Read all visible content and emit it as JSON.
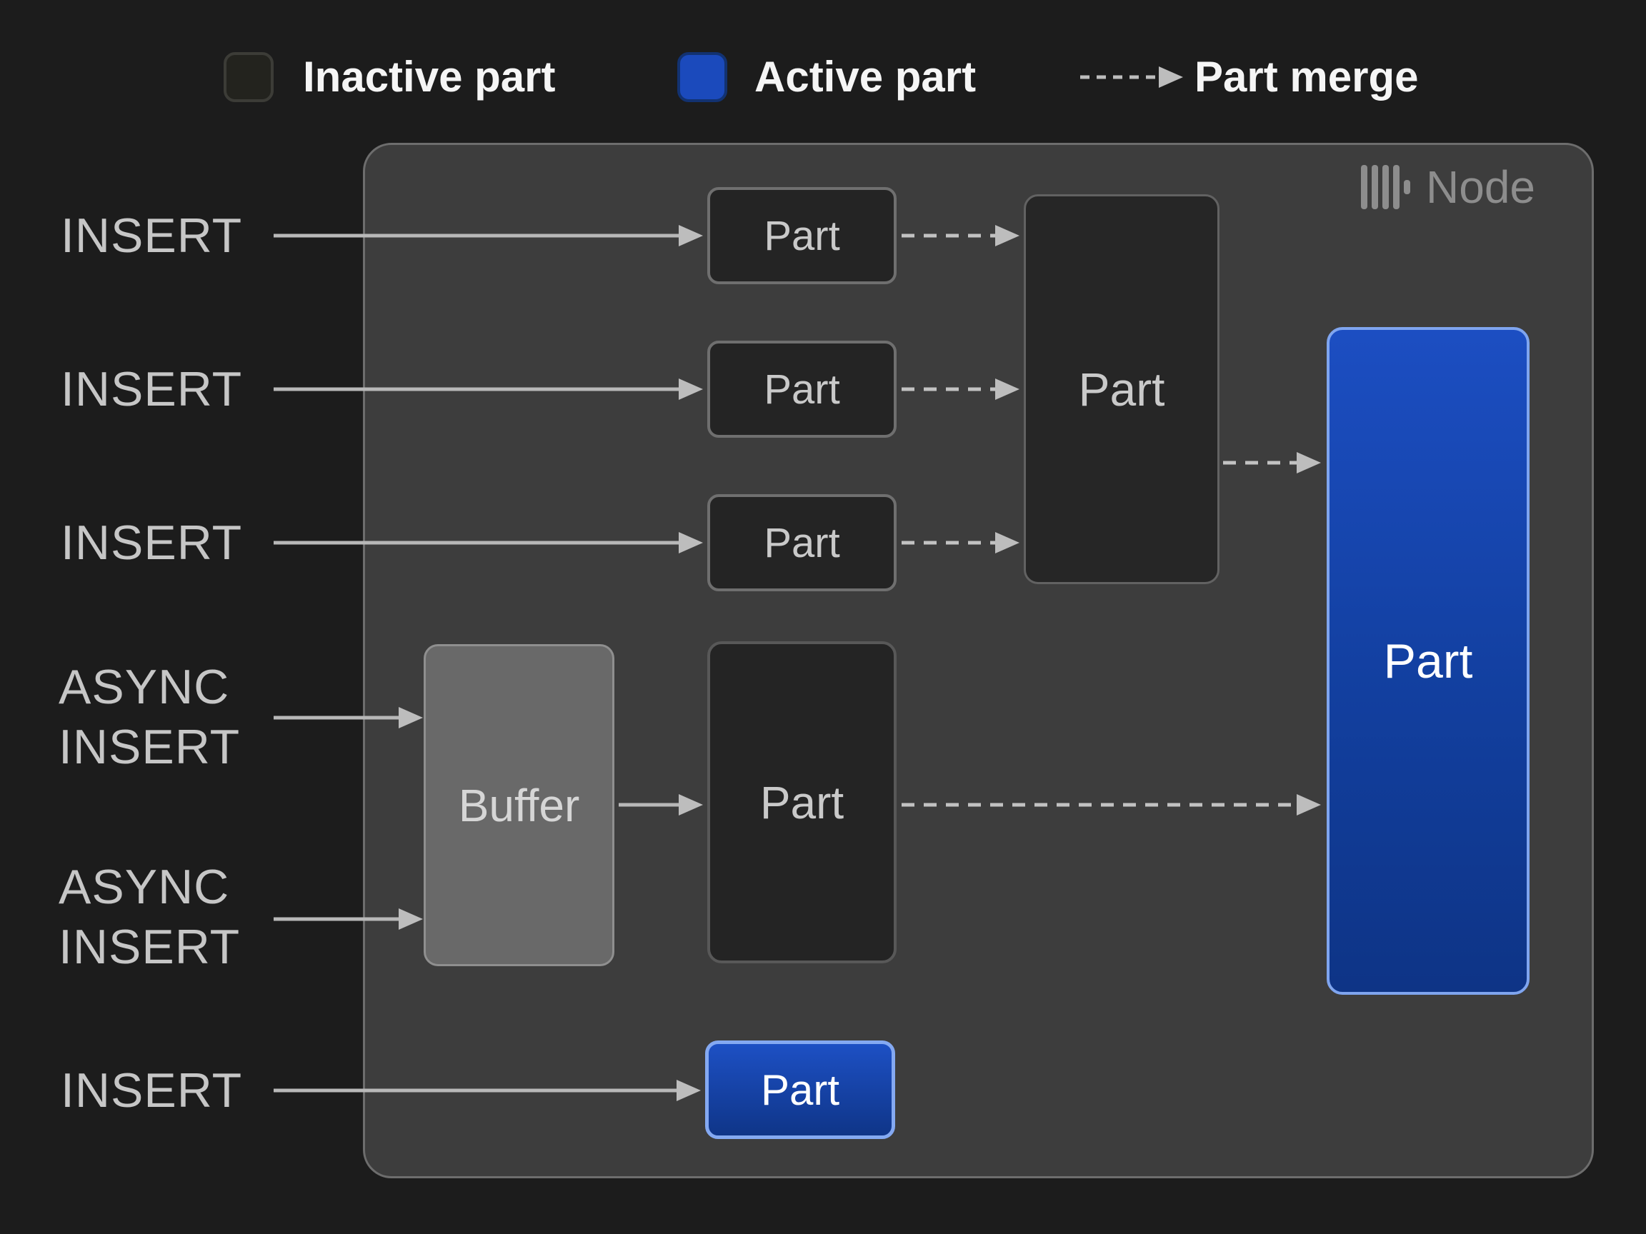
{
  "legend": {
    "inactive_label": "Inactive part",
    "active_label": "Active part",
    "merge_label": "Part merge"
  },
  "node": {
    "title": "Node",
    "logo_icon": "clickhouse-bars-icon"
  },
  "inputs": [
    {
      "label": "INSERT"
    },
    {
      "label": "INSERT"
    },
    {
      "label": "INSERT"
    },
    {
      "label": "ASYNC INSERT"
    },
    {
      "label": "ASYNC INSERT"
    },
    {
      "label": "INSERT"
    }
  ],
  "boxes": {
    "part_label": "Part",
    "buffer_label": "Buffer"
  },
  "colors": {
    "background": "#1c1c1c",
    "node_fill": "#3d3d3d",
    "node_border": "#6d6d6d",
    "inactive_fill": "#23231e",
    "active_blue": "#1b4abc",
    "active_gradient_top": "#1c4ec2",
    "active_gradient_bottom": "#0e3486",
    "active_border": "#7fa5ef",
    "arrow_gray": "#bdbdbd",
    "label_gray": "#c6c6c6",
    "muted_gray": "#8d8d8d"
  }
}
